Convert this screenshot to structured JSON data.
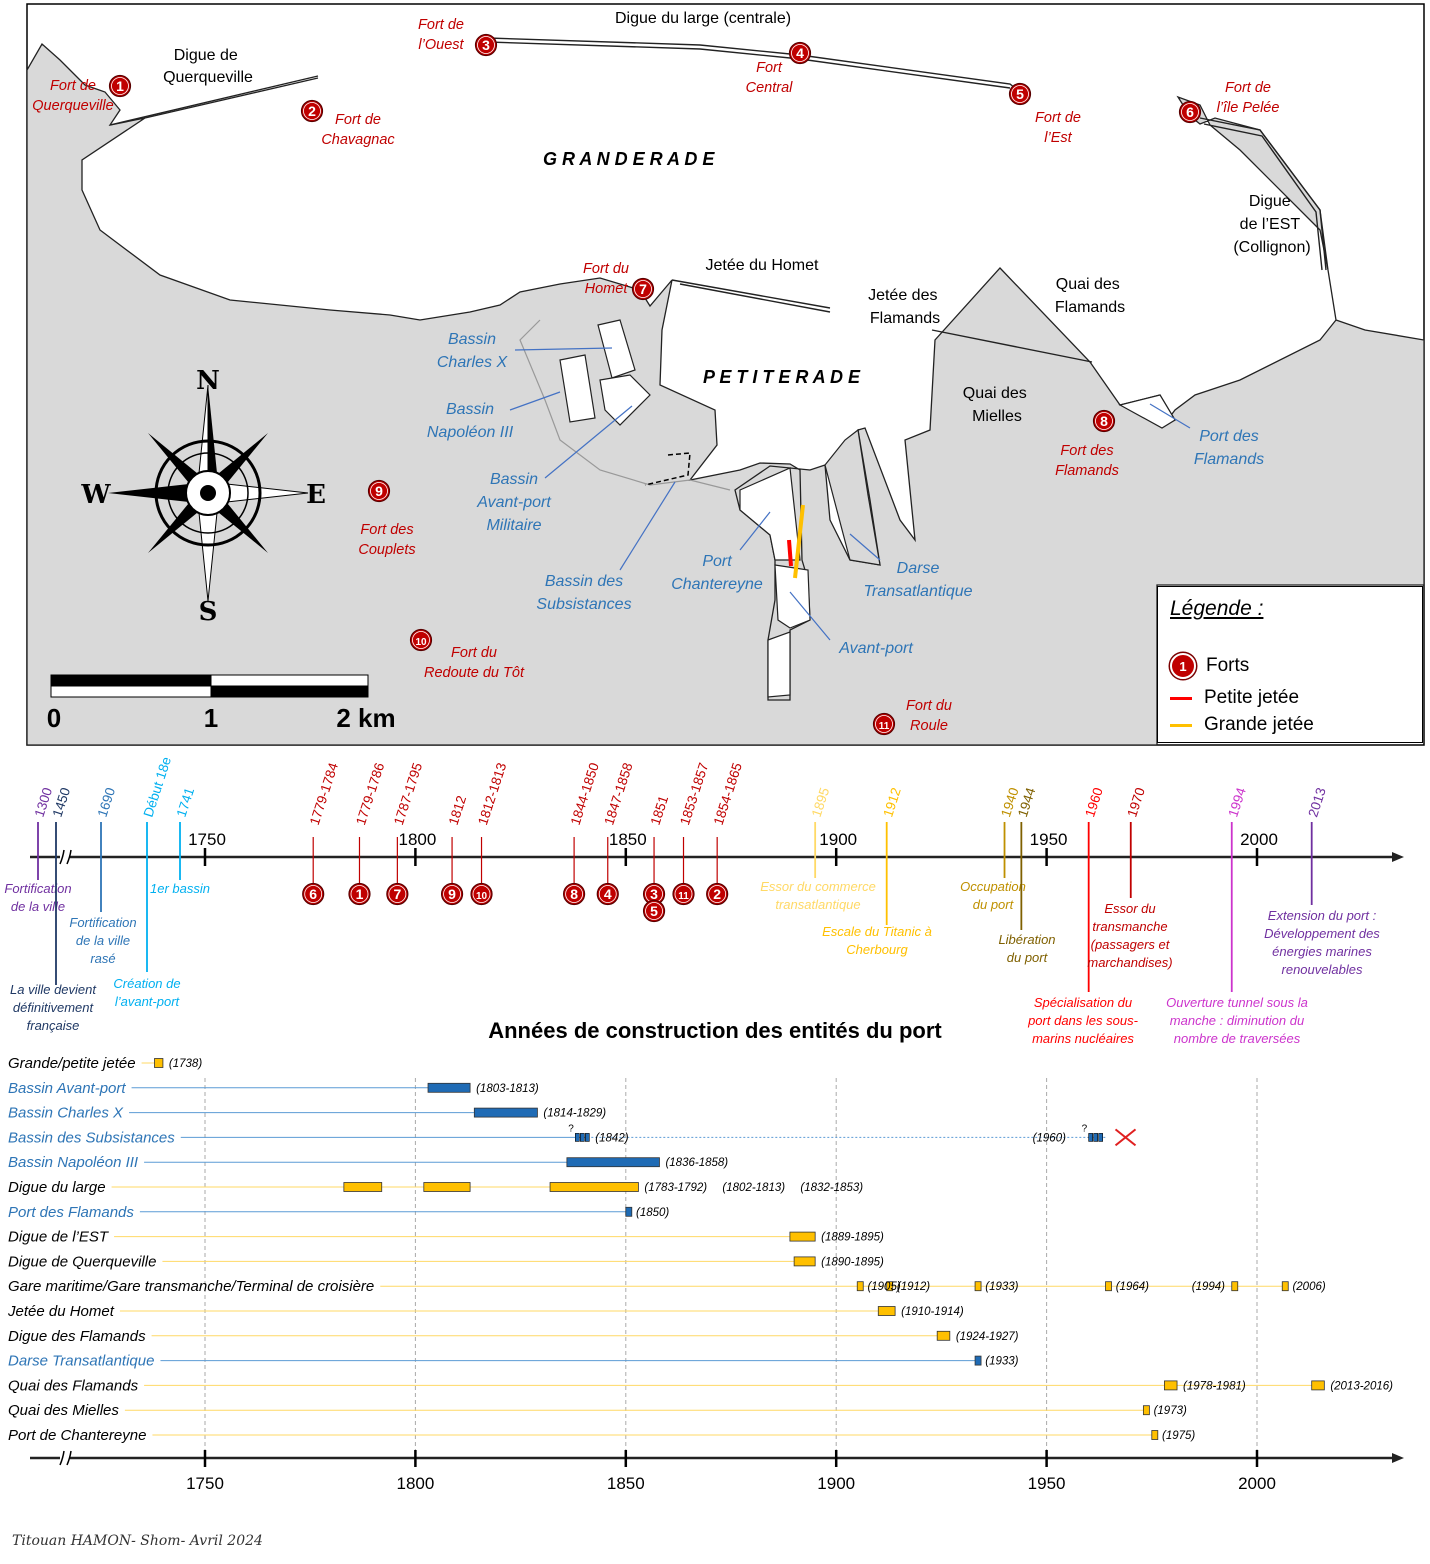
{
  "map": {
    "grande_rade": "G R A N D E   R A D E",
    "petite_rade": "P E T I T E   R A D E",
    "labels": {
      "digue_querqueville": [
        "Digue de",
        "Querqueville"
      ],
      "digue_large": "Digue du large (centrale)",
      "digue_est": [
        "Digue",
        "de l’EST",
        "(Collignon)"
      ],
      "jetee_homet": "Jetée du Homet",
      "jetee_flamands": [
        "Jetée des",
        "Flamands"
      ],
      "quai_flamands": [
        "Quai des",
        "Flamands"
      ],
      "quai_mielles": [
        "Quai des",
        "Mielles"
      ]
    },
    "basins": {
      "charles_x": [
        "Bassin",
        "Charles X"
      ],
      "napoleon": [
        "Bassin",
        "Napoléon III"
      ],
      "avant_port_militaire": [
        "Bassin",
        "Avant-port",
        "Militaire"
      ],
      "subsistances": [
        "Bassin des",
        "Subsistances"
      ],
      "chantereyne": [
        "Port",
        "Chantereyne"
      ],
      "darse": [
        "Darse",
        "Transatlantique"
      ],
      "avant_port": "Avant-port",
      "port_flamands": [
        "Port des",
        "Flamands"
      ]
    },
    "forts": [
      {
        "n": "1",
        "name": [
          "Fort de",
          "Querqueville"
        ]
      },
      {
        "n": "2",
        "name": [
          "Fort de",
          "Chavagnac"
        ]
      },
      {
        "n": "3",
        "name": [
          "Fort de",
          "l’Ouest"
        ]
      },
      {
        "n": "4",
        "name": [
          "Fort",
          "Central"
        ]
      },
      {
        "n": "5",
        "name": [
          "Fort de",
          "l’Est"
        ]
      },
      {
        "n": "6",
        "name": [
          "Fort de",
          "l’île Pelée"
        ]
      },
      {
        "n": "7",
        "name": [
          "Fort du",
          "Homet"
        ]
      },
      {
        "n": "8",
        "name": [
          "Fort des",
          "Flamands"
        ]
      },
      {
        "n": "9",
        "name": [
          "Fort des",
          "Couplets"
        ]
      },
      {
        "n": "10",
        "name": [
          "Fort du",
          "Redoute du Tôt"
        ]
      },
      {
        "n": "11",
        "name": [
          "Fort du",
          "Roule"
        ]
      }
    ],
    "compass": {
      "n": "N",
      "s": "S",
      "e": "E",
      "w": "W"
    },
    "scale": {
      "l0": "0",
      "l1": "1",
      "l2": "2 km"
    },
    "legend": {
      "title": "Légende :",
      "forts": "Forts",
      "forts_num": "1",
      "petite": "Petite jetée",
      "grande": "Grande jetée",
      "petite_color": "#ff0000",
      "grande_color": "#ffc000"
    }
  },
  "timeline": {
    "axis_ticks": [
      "1750",
      "1800",
      "1850",
      "1900",
      "1950",
      "2000"
    ],
    "top_events": [
      {
        "date": "1300",
        "year": 1300,
        "color": "#7030a0",
        "text": [
          "Fortification",
          "de la ville"
        ]
      },
      {
        "date": "1450",
        "year": 1450,
        "color": "#1f3864",
        "text": [
          "La ville devient",
          "définitivement",
          "française"
        ]
      },
      {
        "date": "1690",
        "year": 1690,
        "color": "#2e75b6",
        "text": [
          "Fortification",
          "de la ville",
          "rasé"
        ]
      },
      {
        "date": "Début 18e",
        "year": 1700,
        "color": "#00b0f0",
        "text": [
          "Création de",
          "l’avant-port"
        ]
      },
      {
        "date": "1741",
        "year": 1741,
        "color": "#00b0f0",
        "text": [
          "1er bassin"
        ]
      },
      {
        "date": "1895",
        "year": 1895,
        "color": "#ffd966",
        "text": [
          "Essor du commerce",
          "transatlantique"
        ]
      },
      {
        "date": "1912",
        "year": 1912,
        "color": "#ffc000",
        "text": [
          "Escale du Titanic à",
          "Cherbourg"
        ]
      },
      {
        "date": "1940",
        "year": 1940,
        "color": "#bf9000",
        "text": [
          "Occupation",
          "du port"
        ]
      },
      {
        "date": "1944",
        "year": 1944,
        "color": "#7f6000",
        "text": [
          "Libération",
          "du port"
        ]
      },
      {
        "date": "1960",
        "year": 1960,
        "color": "#ff0000",
        "text": [
          "Spécialisation du",
          "port dans les sous-",
          "marins nucléaires"
        ]
      },
      {
        "date": "1970",
        "year": 1970,
        "color": "#c00000",
        "text": [
          "Essor du",
          "transmanche",
          "(passagers et",
          "marchandises)"
        ]
      },
      {
        "date": "1994",
        "year": 1994,
        "color": "#cc33cc",
        "text": [
          "Ouverture tunnel sous la",
          "manche : diminution du",
          "nombre de traversées"
        ]
      },
      {
        "date": "2013",
        "year": 2013,
        "color": "#7030a0",
        "text": [
          "Extension du port :",
          "Développement des",
          "énergies marines",
          "renouvelables"
        ]
      }
    ],
    "fort_events": [
      {
        "date": "1779-1784",
        "year": 1775,
        "n": "6"
      },
      {
        "date": "1779-1786",
        "year": 1786,
        "n": "1"
      },
      {
        "date": "1787-1795",
        "year": 1795,
        "n": "7"
      },
      {
        "date": "1812",
        "year": 1808,
        "n": "9"
      },
      {
        "date": "1812-1813",
        "year": 1815,
        "n": "10"
      },
      {
        "date": "1844-1850",
        "year": 1837,
        "n": "8"
      },
      {
        "date": "1847-1858",
        "year": 1845,
        "n": "4"
      },
      {
        "date": "1851",
        "year": 1856,
        "n": "3"
      },
      {
        "date": "1853-1857",
        "year": 1863,
        "n": "11"
      },
      {
        "date": "1854-1865",
        "year": 1871,
        "n": "2"
      }
    ],
    "fort_extra": "5"
  },
  "chart_data": {
    "type": "gantt",
    "title": "Années de construction des entités du port",
    "x_ticks": [
      "1750",
      "1800",
      "1850",
      "1900",
      "1950",
      "2000"
    ],
    "rows": [
      {
        "name": "Grande/petite jetée",
        "color": "#ffc000",
        "namecolor": "#000",
        "bars": [
          [
            1738,
            1740
          ]
        ],
        "labels": [
          "(1738)"
        ]
      },
      {
        "name": "Bassin Avant-port",
        "color": "#1f6bb5",
        "namecolor": "#2e75b6",
        "bars": [
          [
            1803,
            1813
          ]
        ],
        "labels": [
          "(1803-1813)"
        ]
      },
      {
        "name": "Bassin Charles  X",
        "color": "#1f6bb5",
        "namecolor": "#2e75b6",
        "bars": [
          [
            1814,
            1829
          ]
        ],
        "labels": [
          "(1814-1829)"
        ]
      },
      {
        "name": "Bassin des Subsistances",
        "color": "#1f6bb5",
        "namecolor": "#2e75b6",
        "bars": [
          [
            1838,
            1842
          ],
          [
            1960,
            1964
          ]
        ],
        "labels": [
          "(1842)",
          "(1960)"
        ],
        "marks": [
          "?",
          "?"
        ]
      },
      {
        "name": "Bassin Napoléon III",
        "color": "#1f6bb5",
        "namecolor": "#2e75b6",
        "bars": [
          [
            1836,
            1858
          ]
        ],
        "labels": [
          "(1836-1858)"
        ]
      },
      {
        "name": "Digue du large",
        "color": "#ffc000",
        "namecolor": "#000",
        "bars": [
          [
            1783,
            1792
          ],
          [
            1802,
            1813
          ],
          [
            1832,
            1853
          ]
        ],
        "labels": [
          "(1783-1792)",
          "(1802-1813)",
          "(1832-1853)"
        ]
      },
      {
        "name": "Port des Flamands",
        "color": "#1f6bb5",
        "namecolor": "#2e75b6",
        "bars": [
          [
            1850,
            1851
          ]
        ],
        "labels": [
          "(1850)"
        ]
      },
      {
        "name": "Digue de l’EST",
        "color": "#ffc000",
        "namecolor": "#000",
        "bars": [
          [
            1889,
            1895
          ]
        ],
        "labels": [
          "(1889-1895)"
        ]
      },
      {
        "name": "Digue de Querqueville",
        "color": "#ffc000",
        "namecolor": "#000",
        "bars": [
          [
            1890,
            1895
          ]
        ],
        "labels": [
          "(1890-1895)"
        ]
      },
      {
        "name": "Gare maritime/Gare transmanche/Terminal de croisière",
        "color": "#ffc000",
        "namecolor": "#000",
        "bars": [
          [
            1905,
            1906
          ],
          [
            1912,
            1913
          ],
          [
            1933,
            1934
          ],
          [
            1964,
            1965
          ],
          [
            1994,
            1995
          ],
          [
            2006,
            2007
          ]
        ],
        "labels": [
          "(1905)",
          "(1912)",
          "(1933)",
          "(1964)",
          "(1994)",
          "(2006)"
        ]
      },
      {
        "name": "Jetée du Homet",
        "color": "#ffc000",
        "namecolor": "#000",
        "bars": [
          [
            1910,
            1914
          ]
        ],
        "labels": [
          "(1910-1914)"
        ]
      },
      {
        "name": "Digue des Flamands",
        "color": "#ffc000",
        "namecolor": "#000",
        "bars": [
          [
            1924,
            1927
          ]
        ],
        "labels": [
          "(1924-1927)"
        ]
      },
      {
        "name": "Darse Transatlantique",
        "color": "#1f6bb5",
        "namecolor": "#2e75b6",
        "bars": [
          [
            1933,
            1934
          ]
        ],
        "labels": [
          "(1933)"
        ]
      },
      {
        "name": "Quai des Flamands",
        "color": "#ffc000",
        "namecolor": "#000",
        "bars": [
          [
            1978,
            1981
          ],
          [
            2013,
            2016
          ]
        ],
        "labels": [
          "(1978-1981)",
          "(2013-2016)"
        ]
      },
      {
        "name": "Quai des Mielles",
        "color": "#ffc000",
        "namecolor": "#000",
        "bars": [
          [
            1973,
            1974
          ]
        ],
        "labels": [
          "(1973)"
        ]
      },
      {
        "name": "Port de Chantereyne",
        "color": "#ffc000",
        "namecolor": "#000",
        "bars": [
          [
            1975,
            1976
          ]
        ],
        "labels": [
          "(1975)"
        ]
      }
    ]
  },
  "footer": "Titouan HAMON- Shom- Avril 2024"
}
